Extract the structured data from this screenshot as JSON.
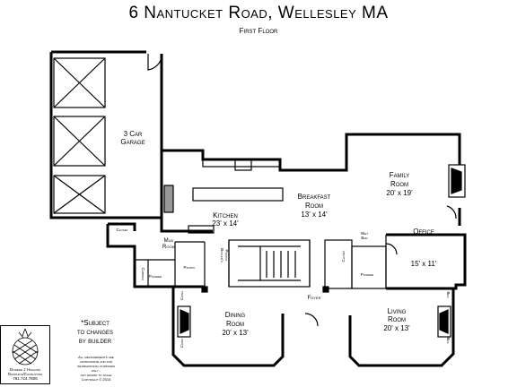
{
  "header": {
    "title": "6 Nantucket Road, Wellesley MA",
    "subtitle": "First Floor"
  },
  "rooms": {
    "garage": {
      "name_line1": "3 Car",
      "name_line2": "Garage"
    },
    "family": {
      "name_line1": "Family",
      "name_line2": "Room",
      "dims": "20' x 19'"
    },
    "breakfast": {
      "name_line1": "Breakfast",
      "name_line2": "Room",
      "dims": "13' x 14'"
    },
    "kitchen": {
      "name": "Kitchen",
      "dims": "23' x 14'"
    },
    "office": {
      "name": "Office",
      "dims": "15' x 11'"
    },
    "dining": {
      "name_line1": "Dining",
      "name_line2": "Room",
      "dims": "20' x 13'"
    },
    "living": {
      "name_line1": "Living",
      "name_line2": "Room",
      "dims": "20' x 13'"
    },
    "foyer": {
      "name": "Foyer"
    },
    "mud": {
      "name_line1": "Mud",
      "name_line2": "Room"
    },
    "pantry": {
      "name": "Pantry"
    },
    "powder_left": {
      "name": "Powder"
    },
    "powder_right": {
      "name": "Powder"
    },
    "closet_top": {
      "name": "Closet"
    },
    "cubbies": {
      "name": "Cubbies"
    },
    "closet_right": {
      "name": "Closet"
    },
    "wet_bar": {
      "name_line1": "Wet",
      "name_line2": "Bar"
    },
    "butlers_pantry": {
      "name_line1": "Butler's",
      "name_line2": "Pantry"
    },
    "china_dining_top": {
      "name": "China"
    },
    "china_dining_bottom": {
      "name": "China"
    },
    "bks_top": {
      "name": "Bks"
    },
    "bks_bottom": {
      "name": "Bks"
    }
  },
  "notes": {
    "subject_line1": "*Subject",
    "subject_line2": "to changes",
    "subject_line3": "by builder",
    "disclaimer_line1": "All measurements are",
    "disclaimer_line2": "approximate and for",
    "disclaimer_line3": "informational purposes",
    "disclaimer_line4": "only -",
    "disclaimer_line5": "not drawn to scale",
    "disclaimer_line6": "Copyright © 2015"
  },
  "logo": {
    "name_line1": "Dorene J Higgons",
    "name_line2": "Graphics/Consulting",
    "name_line3": "781.724.7806"
  }
}
